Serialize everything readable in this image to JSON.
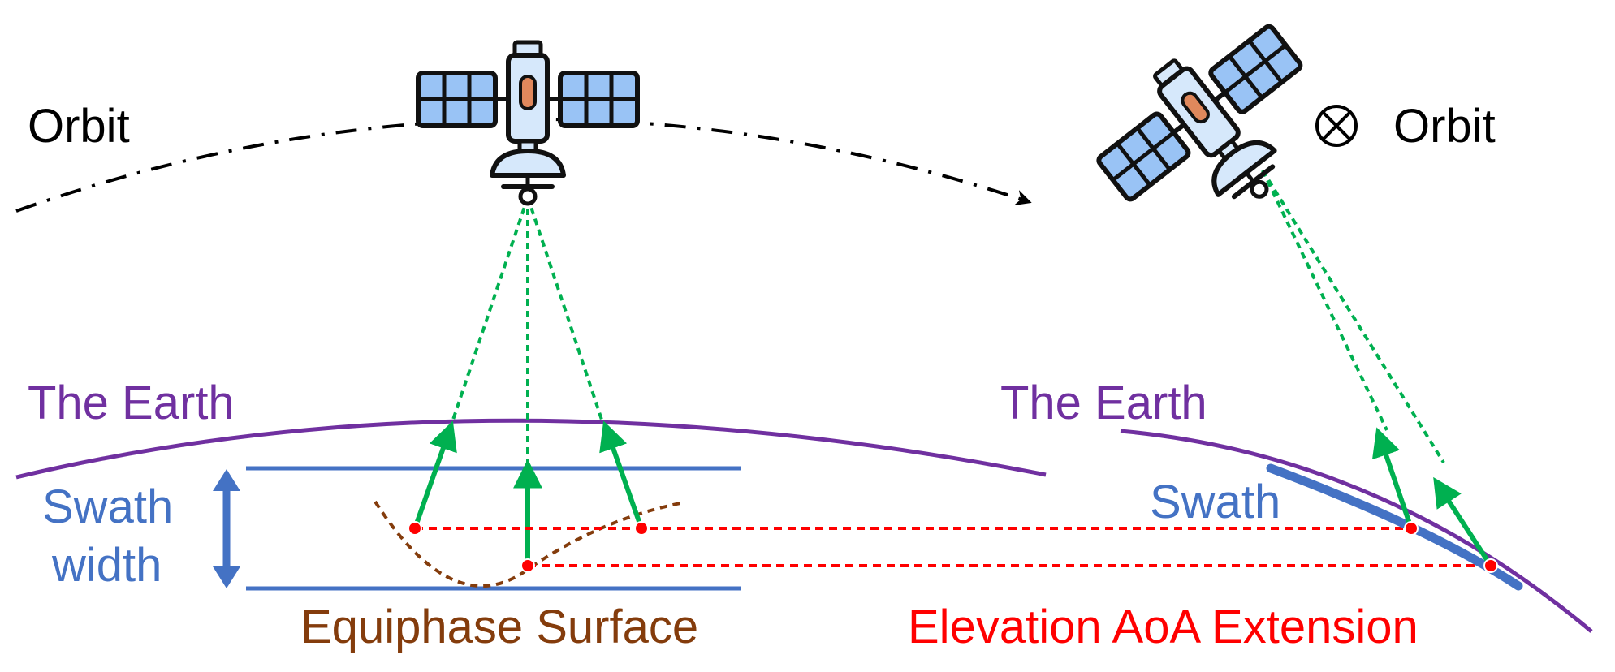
{
  "labels": {
    "orbit_left": "Orbit",
    "orbit_right": "Orbit",
    "earth_left": "The Earth",
    "earth_right": "The Earth",
    "swath_width_line1": "Swath",
    "swath_width_line2": "width",
    "swath_right": "Swath",
    "equiphase": "Equiphase Surface",
    "aoa_extension": "Elevation AoA Extension",
    "orbit_into_page_symbol": "⊗"
  },
  "colors": {
    "earth": "#7030a0",
    "swath": "#4472c4",
    "beam": "#00b050",
    "equiphase": "#843c0c",
    "aoa": "#ff0000",
    "orbit": "#000000",
    "panel": "#99c3f5"
  },
  "icons": [
    "satellite-icon",
    "circled-times-icon"
  ]
}
